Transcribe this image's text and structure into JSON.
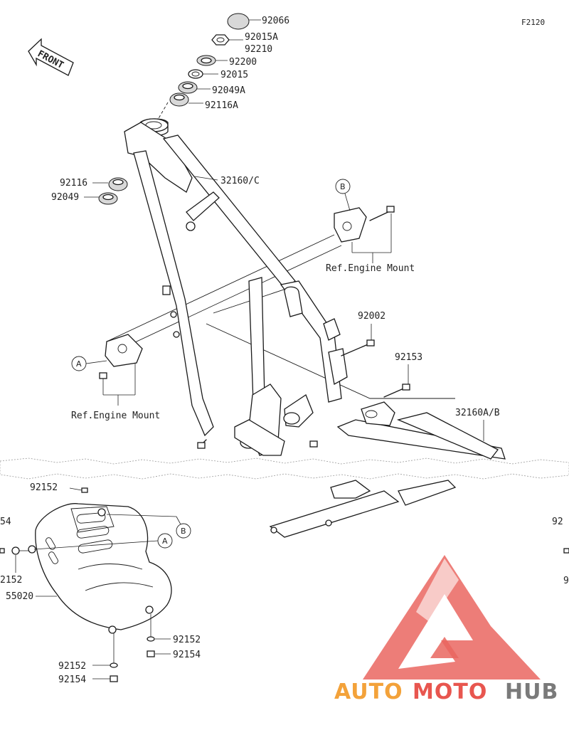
{
  "diagram": {
    "figure_code": "F2120",
    "front_arrow_label": "FRONT",
    "ref_engine_mount_top": "Ref.Engine Mount",
    "ref_engine_mount_left": "Ref.Engine Mount",
    "circle_a": "A",
    "circle_b": "B",
    "circle_a2": "A",
    "circle_b2": "B",
    "parts": {
      "p92066": "92066",
      "p92015A": "92015A",
      "p92210": "92210",
      "p92200": "92200",
      "p92015": "92015",
      "p92049A": "92049A",
      "p92116A": "92116A",
      "p92116": "92116",
      "p92049": "92049",
      "p32160C": "32160/C",
      "p92002": "92002",
      "p92153": "92153",
      "p32160AB": "32160A/B",
      "p92152_top": "92152",
      "p54_left": "54",
      "p2152_left": "2152",
      "p55020": "55020",
      "p92152_right": "92152",
      "p92154_right": "92154",
      "p92152_bottom": "92152",
      "p92154_bottom": "92154",
      "p92_right_edge": "92",
      "p9_right_edge": "9"
    }
  },
  "watermark": {
    "part1": "AUTO",
    "part2": "MOTO",
    "part3": "HUB",
    "color_red": "#e8564f",
    "color_gray": "#7a7a7a",
    "logo": "automotohub-triangle-logo"
  }
}
